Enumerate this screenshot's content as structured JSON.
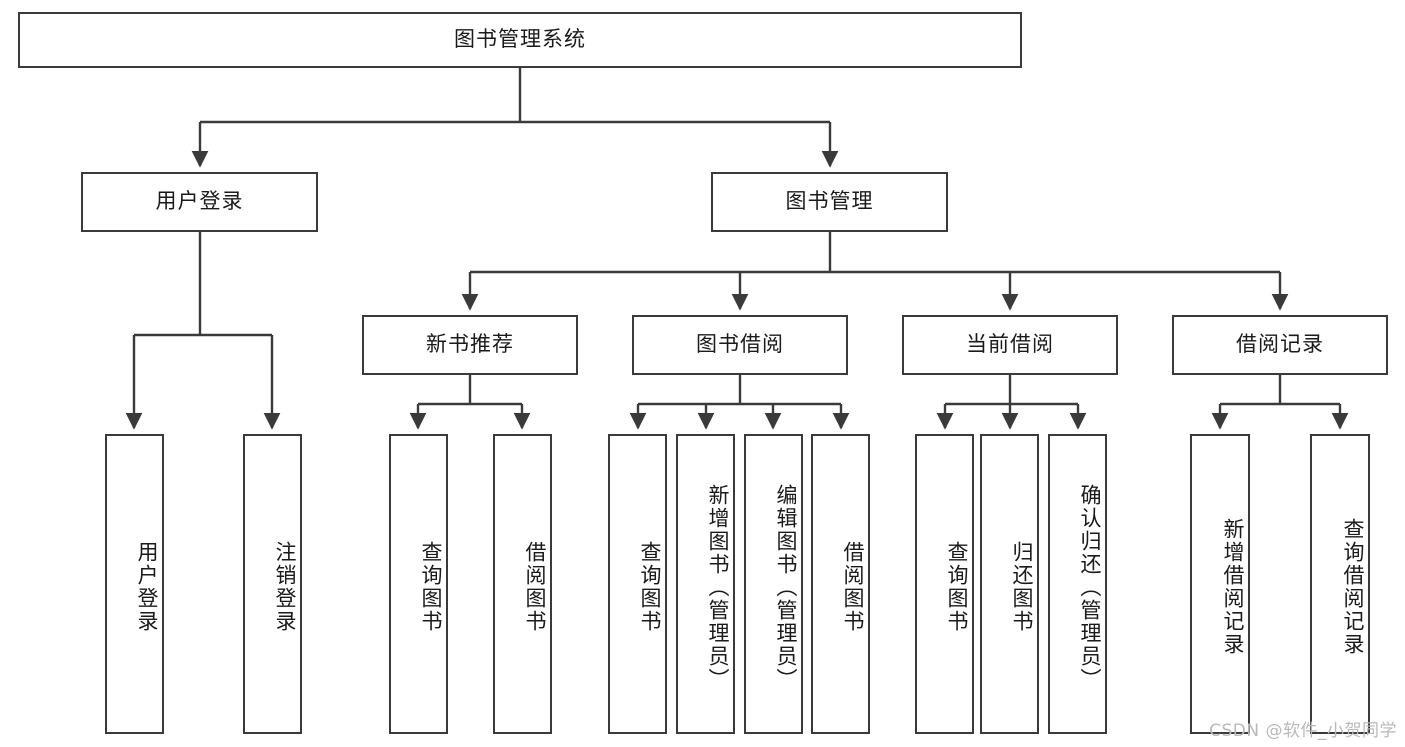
{
  "diagram": {
    "title": "图书管理系统",
    "type": "tree",
    "root": {
      "id": "root",
      "label": "图书管理系统",
      "orientation": "horizontal"
    },
    "level2": [
      {
        "id": "user-login",
        "label": "用户登录",
        "orientation": "horizontal"
      },
      {
        "id": "book-manage",
        "label": "图书管理",
        "orientation": "horizontal"
      }
    ],
    "level3": [
      {
        "id": "new-book-recommend",
        "label": "新书推荐",
        "orientation": "horizontal",
        "parent": "book-manage"
      },
      {
        "id": "book-borrow",
        "label": "图书借阅",
        "orientation": "horizontal",
        "parent": "book-manage"
      },
      {
        "id": "current-borrow",
        "label": "当前借阅",
        "orientation": "horizontal",
        "parent": "book-manage"
      },
      {
        "id": "borrow-record",
        "label": "借阅记录",
        "orientation": "horizontal",
        "parent": "book-manage"
      }
    ],
    "leaves": [
      {
        "id": "leaf-user-login",
        "label": "用户登录",
        "orientation": "vertical",
        "parent": "user-login"
      },
      {
        "id": "leaf-user-logout",
        "label": "注销登录",
        "orientation": "vertical",
        "parent": "user-login"
      },
      {
        "id": "leaf-query-book-1",
        "label": "查询图书",
        "orientation": "vertical",
        "parent": "new-book-recommend"
      },
      {
        "id": "leaf-borrow-book-1",
        "label": "借阅图书",
        "orientation": "vertical",
        "parent": "new-book-recommend"
      },
      {
        "id": "leaf-query-book-2",
        "label": "查询图书",
        "orientation": "vertical",
        "parent": "book-borrow"
      },
      {
        "id": "leaf-add-book",
        "label": "新增图书（管理员）",
        "orientation": "vertical",
        "parent": "book-borrow"
      },
      {
        "id": "leaf-edit-book",
        "label": "编辑图书（管理员）",
        "orientation": "vertical",
        "parent": "book-borrow"
      },
      {
        "id": "leaf-borrow-book-2",
        "label": "借阅图书",
        "orientation": "vertical",
        "parent": "book-borrow"
      },
      {
        "id": "leaf-query-book-3",
        "label": "查询图书",
        "orientation": "vertical",
        "parent": "current-borrow"
      },
      {
        "id": "leaf-return-book",
        "label": "归还图书",
        "orientation": "vertical",
        "parent": "current-borrow"
      },
      {
        "id": "leaf-confirm-return",
        "label": "确认归还（管理员）",
        "orientation": "vertical",
        "parent": "current-borrow"
      },
      {
        "id": "leaf-add-record",
        "label": "新增借阅记录",
        "orientation": "vertical",
        "parent": "borrow-record"
      },
      {
        "id": "leaf-query-record",
        "label": "查询借阅记录",
        "orientation": "vertical",
        "parent": "borrow-record"
      }
    ]
  },
  "watermark": {
    "text": "CSDN @软件_小贺同学"
  },
  "colors": {
    "stroke": "#3a3a3a",
    "text": "#1a1a1a",
    "background": "#ffffff",
    "watermark": "#b9b9b9"
  }
}
